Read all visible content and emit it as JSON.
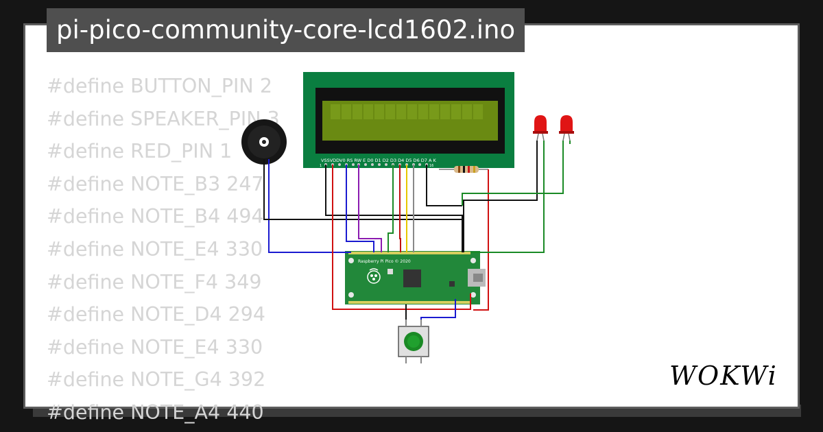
{
  "title": "pi-pico-community-core-lcd1602.ino",
  "code_lines": [
    "#define BUTTON_PIN 2",
    "#define SPEAKER_PIN 3",
    "#define RED_PIN 1",
    "#define NOTE_B3 247",
    "#define NOTE_B4 494",
    "#define NOTE_E4 330",
    "#define NOTE_F4 349",
    "#define NOTE_D4 294",
    "#define NOTE_E4 330",
    "#define NOTE_G4 392",
    "#define NOTE_A4 440"
  ],
  "lcd": {
    "pin_labels": "VSSVDDV0 RS RW E D0 D1 D2 D3 D4 D5 D6 D7 A K",
    "pin_first": "1",
    "pin_last": "16"
  },
  "pico": {
    "silkscreen": "Raspberry Pi Pico © 2020"
  },
  "logo": "WOKWi",
  "colors": {
    "background": "#151515",
    "card": "#ffffff",
    "title_bg": "#4f4f4f",
    "code_text": "#d5d5d5",
    "lcd_board": "#0a7e40",
    "lcd_screen": "#6a8a12",
    "pico_board": "#22883a",
    "led": "#e01515",
    "button": "#1a8a25"
  }
}
